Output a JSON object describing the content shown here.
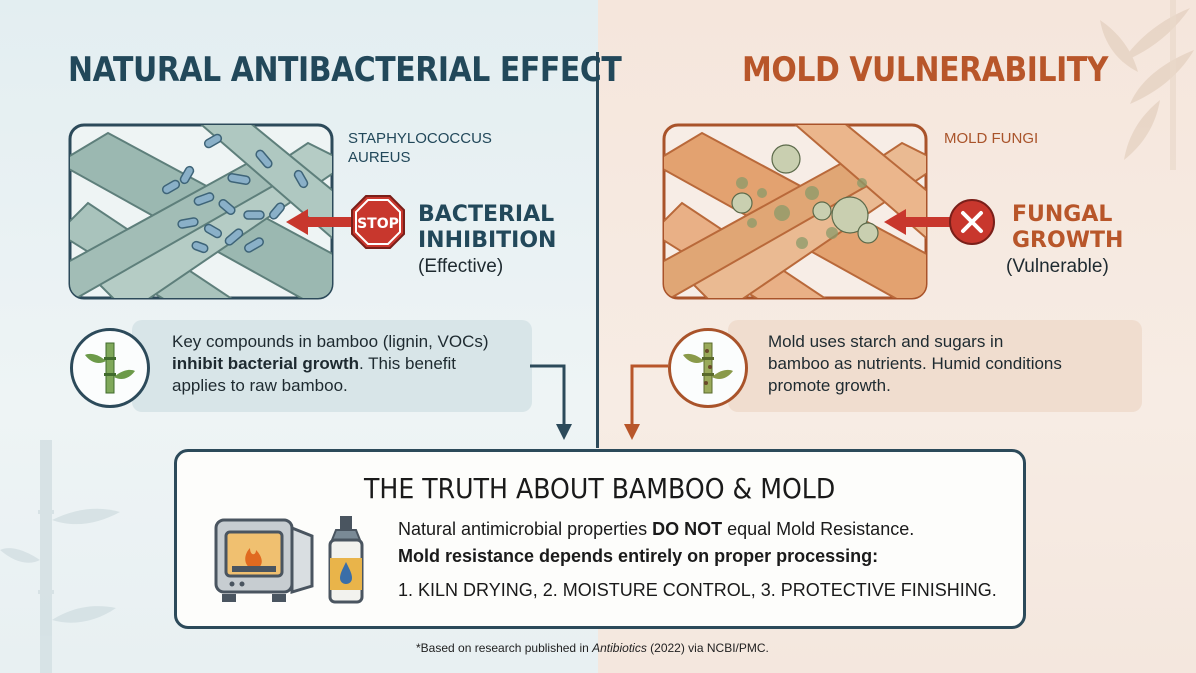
{
  "colors": {
    "left_accent": "#22485a",
    "right_accent": "#b8562a",
    "stop_red": "#c8372d",
    "outline": "#2c4a5a"
  },
  "left": {
    "title": "NATURAL ANTIBACTERIAL EFFECT",
    "bacteria_label": "STAPHYLOCOCCUS AUREUS",
    "stop_sign_text": "STOP",
    "effect_title_line1": "BACTERIAL",
    "effect_title_line2": "INHIBITION",
    "effect_sub": "(Effective)",
    "info_pre": "Key compounds in bamboo (lignin, VOCs)",
    "info_bold": "inhibit bacterial growth",
    "info_post_1": ". This benefit",
    "info_post_2": "applies to raw bamboo.",
    "icon": "bamboo-icon"
  },
  "right": {
    "title": "MOLD VULNERABILITY",
    "fungi_label": "MOLD FUNGI",
    "effect_title_line1": "FUNGAL",
    "effect_title_line2": "GROWTH",
    "effect_sub": "(Vulnerable)",
    "info_line1": "Mold uses starch and sugars in",
    "info_line2": "bamboo as nutrients. Humid conditions",
    "info_line3": "promote growth.",
    "icon": "moldy-bamboo-icon"
  },
  "truth": {
    "title": "THE TRUTH ABOUT BAMBOO & MOLD",
    "line1_pre": "Natural antimicrobial properties ",
    "line1_bold": "DO NOT",
    "line1_post": " equal Mold Resistance.",
    "line2": "Mold resistance depends entirely on proper processing:",
    "line3": "1. KILN DRYING, 2. MOISTURE CONTROL, 3. PROTECTIVE FINISHING.",
    "icons": [
      "kiln-icon",
      "finish-bottle-icon"
    ]
  },
  "footnote": {
    "pre": "*Based on research published in ",
    "journal": "Antibiotics",
    "post": " (2022) via NCBI/PMC."
  }
}
